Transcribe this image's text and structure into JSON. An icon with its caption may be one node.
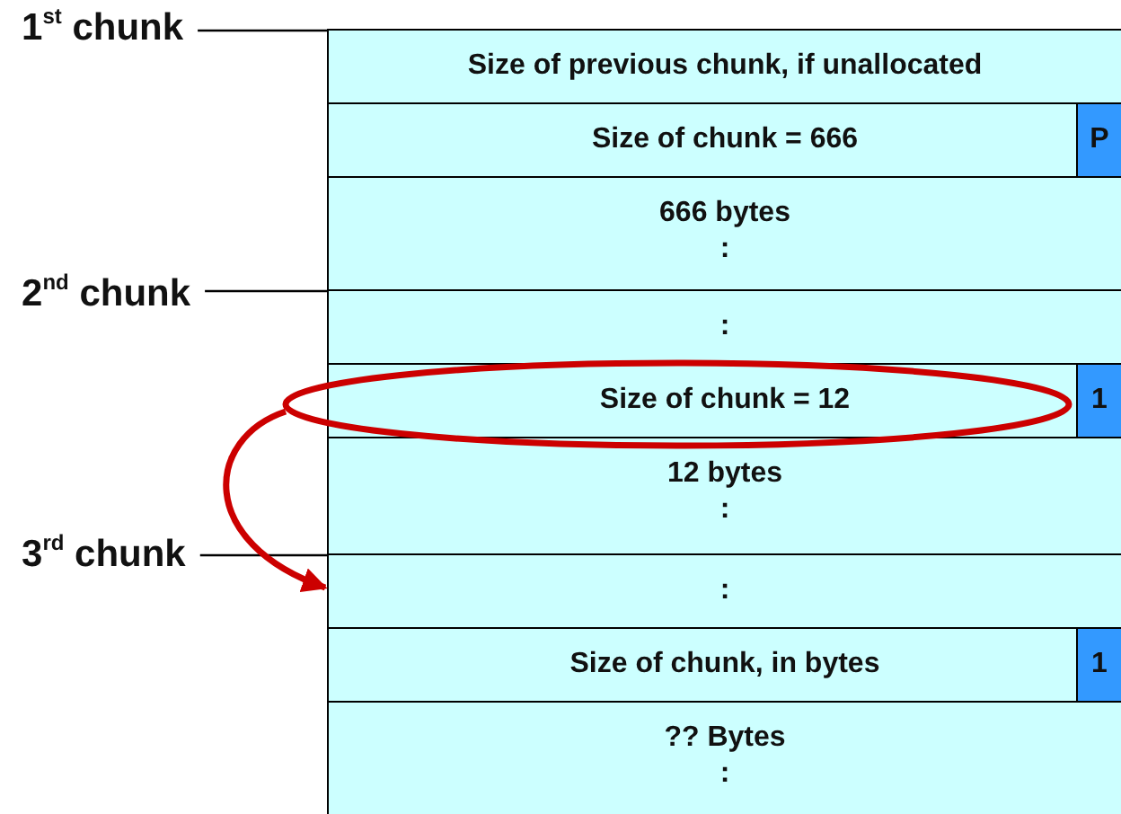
{
  "diagram": {
    "nodes": [
      {
        "text": [
          "1$^{st}$ chunk"
        ]
      },
      {
        "text": [
          "2$^{nd}$ chunk"
        ]
      },
      {
        "text": [
          "3$^{rd}$ chunk"
        ]
      },
      {
        "text": [
          "Size of previous chunk, if unallocated"
        ]
      },
      {
        "text": [
          "Size of chunk = 666"
        ]
      },
      {
        "text": [
          "P"
        ],
        "in": 4
      },
      {
        "text": [
          "666 bytes",
          ":"
        ]
      },
      {
        "text": [
          ":"
        ]
      },
      {
        "text": [
          "Size of chunk = 12"
        ]
      },
      {
        "text": [
          "1"
        ],
        "in": 8
      },
      {
        "text": [],
        "shape": "ellipse"
      },
      {
        "text": [
          "12 bytes",
          ":"
        ]
      },
      {
        "text": [
          ":"
        ]
      },
      {
        "text": [
          "Size of chunk, in bytes"
        ]
      },
      {
        "text": [
          "1"
        ],
        "in": 13
      },
      {
        "text": [
          "?? Bytes",
          ":"
        ]
      }
    ],
    "edges": [
      {
        "from": 0,
        "to": 3,
        "arrow": "none"
      },
      {
        "from": 1,
        "to": 7,
        "arrow": "none"
      },
      {
        "from": 2,
        "to": 12,
        "arrow": "none"
      },
      {
        "from": 10,
        "to": 12,
        "arrow": "to",
        "style": "thick",
        "color": "#cc0000"
      }
    ]
  }
}
